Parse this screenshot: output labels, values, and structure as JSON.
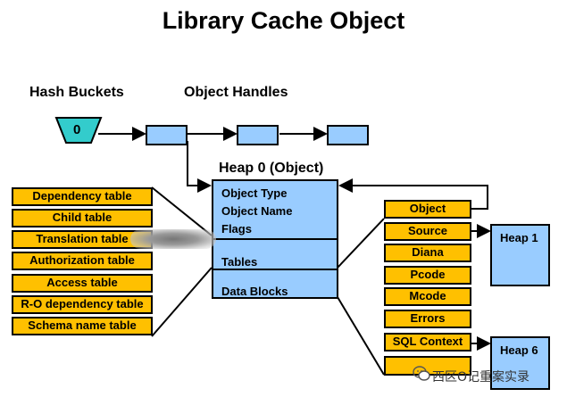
{
  "title": "Library Cache Object",
  "labels": {
    "hash_buckets": "Hash Buckets",
    "object_handles": "Object Handles",
    "heap0_title": "Heap 0 (Object)"
  },
  "hash_bucket": {
    "value": "0"
  },
  "heap0": {
    "object_type": "Object Type",
    "object_name": "Object Name",
    "flags": "Flags",
    "tables": "Tables",
    "data_blocks": "Data Blocks"
  },
  "left_tables": [
    "Dependency table",
    "Child table",
    "Translation table",
    "Authorization table",
    "Access table",
    "R-O dependency table",
    "Schema name table"
  ],
  "right_blocks": [
    "Object",
    "Source",
    "Diana",
    "Pcode",
    "Mcode",
    "Errors",
    "SQL Context",
    ""
  ],
  "heaps": {
    "heap1": "Heap 1",
    "heap6": "Heap 6"
  },
  "watermark": "西区O记重案实录",
  "colors": {
    "table_fill": "#ffc000",
    "handle_fill": "#99ccff",
    "bucket_fill": "#33cccc",
    "outline": "#000000"
  }
}
